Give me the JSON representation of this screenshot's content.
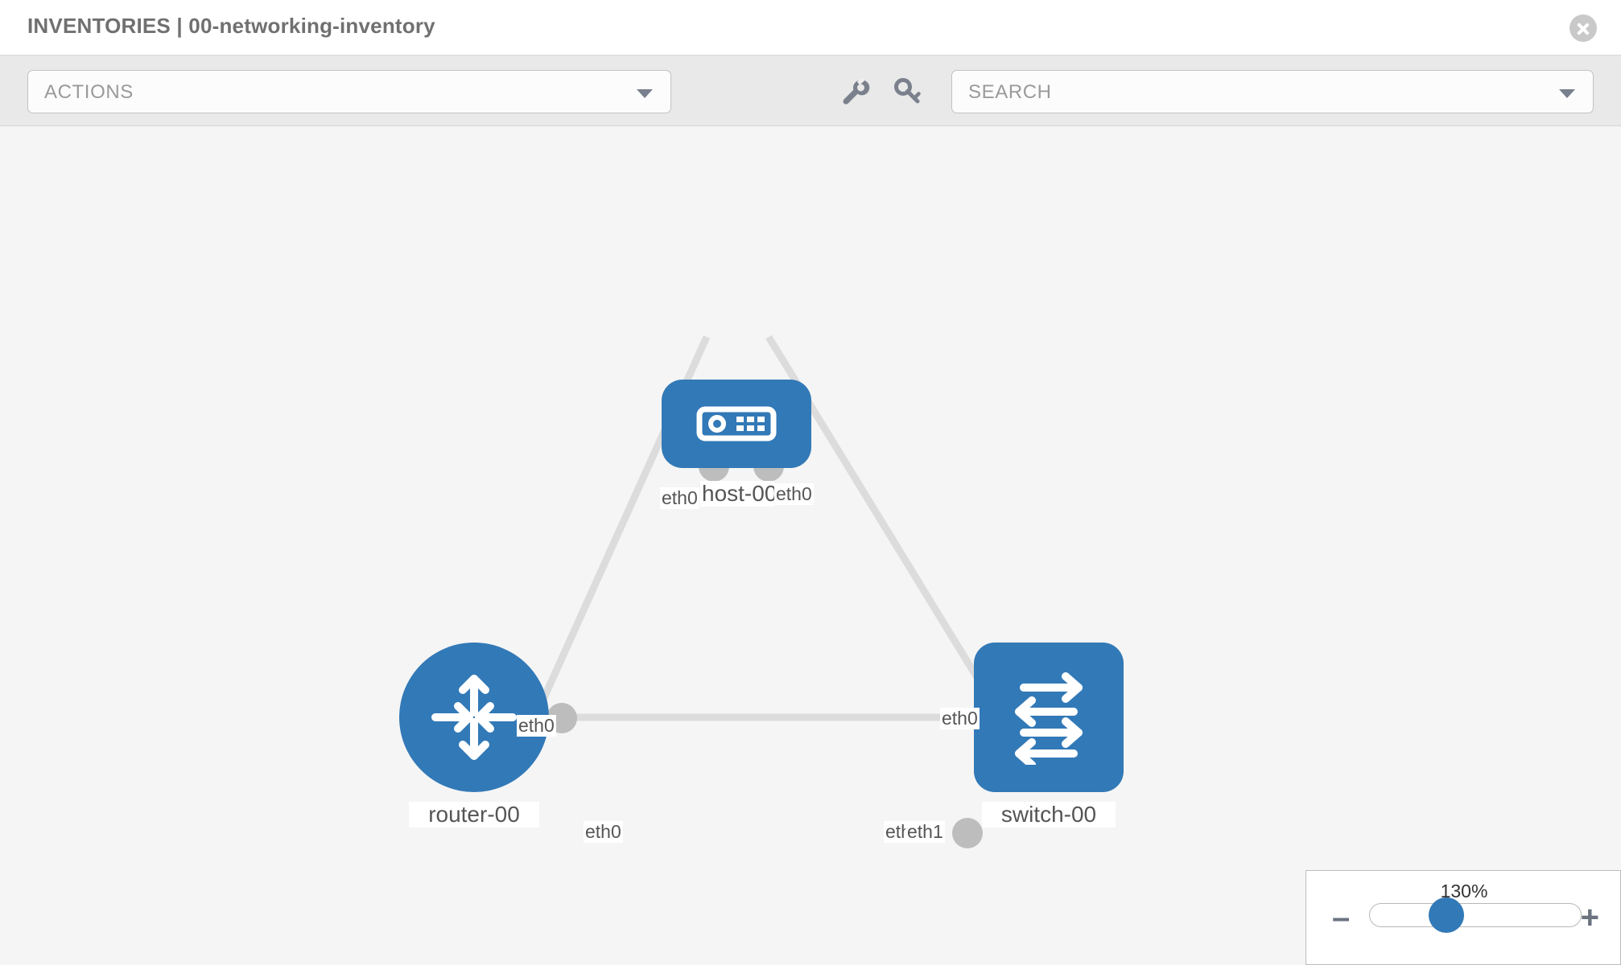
{
  "header": {
    "title": "INVENTORIES | 00-networking-inventory",
    "close_icon": "close-circle-icon"
  },
  "toolbar": {
    "actions_label": "ACTIONS",
    "actions_caret_icon": "chevron-down-icon",
    "wrench_icon": "wrench-icon",
    "key_icon": "key-icon",
    "search_placeholder": "SEARCH",
    "search_value": "",
    "search_caret_icon": "chevron-down-icon"
  },
  "topology": {
    "nodes": [
      {
        "id": "host-00",
        "label": "host-00",
        "type": "host",
        "shape": "rounded",
        "icon": "server-device-icon"
      },
      {
        "id": "router-00",
        "label": "router-00",
        "type": "router",
        "shape": "circle",
        "icon": "router-arrows-icon"
      },
      {
        "id": "switch-00",
        "label": "switch-00",
        "type": "switch",
        "shape": "rounded",
        "icon": "switch-arrows-icon"
      }
    ],
    "links": [
      {
        "source": "host-00",
        "source_interface": "eth0",
        "target": "router-00",
        "target_interface": "eth0"
      },
      {
        "source": "host-00",
        "source_interface": "eth0",
        "target": "switch-00",
        "target_interface": "eth0"
      },
      {
        "source": "router-00",
        "source_interface": "eth0",
        "target": "switch-00",
        "target_interface": "eth1"
      }
    ],
    "interface_labels": {
      "host_left": "eth0",
      "host_right": "eth0",
      "router_upper": "eth0",
      "switch_upper": "eth0",
      "router_right": "eth0",
      "switch_left_occluded": "eth",
      "switch_left": "eth1"
    },
    "node_color": "#3279b7",
    "port_color": "#bdbdbd",
    "link_color": "#dcdcdc"
  },
  "zoom": {
    "level": "130%",
    "minus_label": "–",
    "plus_label": "+"
  }
}
